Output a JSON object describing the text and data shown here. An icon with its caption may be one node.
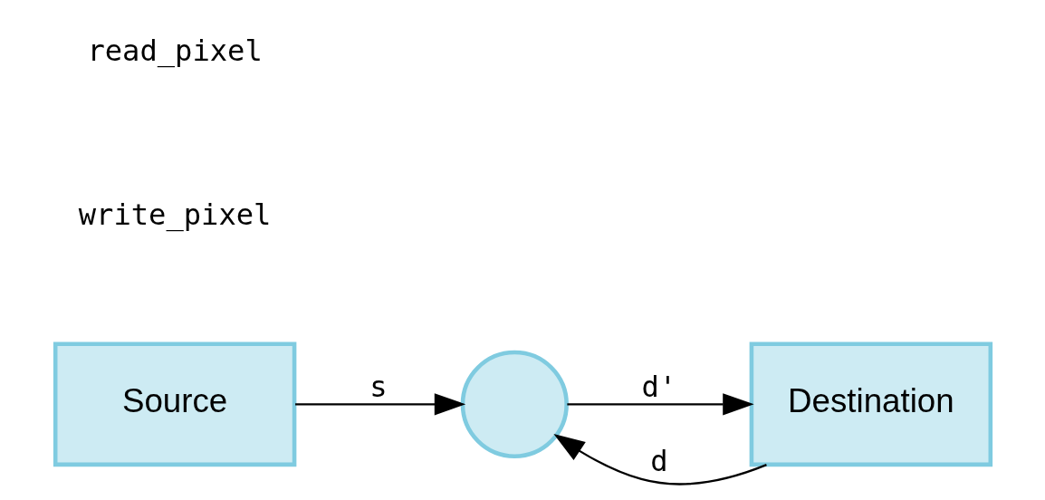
{
  "diagram": {
    "nodes": [
      {
        "text": [
          "Source"
        ]
      },
      {
        "text": [],
        "shape": "circle"
      },
      {
        "text": [
          "Destination"
        ]
      }
    ],
    "edges": [
      {
        "from": 0,
        "to": 1,
        "arrow": "to",
        "label": "s"
      },
      {
        "from": 2,
        "to": 1,
        "arrow": "to",
        "label": "d"
      },
      {
        "from": 1,
        "to": 2,
        "arrow": "to",
        "label": "d'"
      }
    ],
    "labels": [
      "write_pixel",
      "read_pixel"
    ]
  }
}
